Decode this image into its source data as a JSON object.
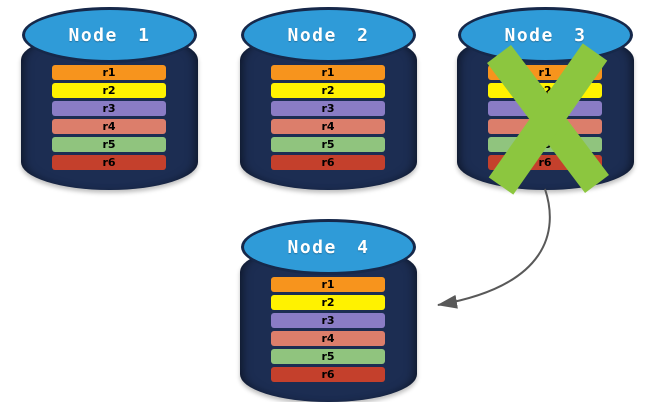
{
  "diagram": {
    "description": "Database replication failover diagram",
    "nodes": [
      {
        "label": "Node 1",
        "status": "ok"
      },
      {
        "label": "Node 2",
        "status": "ok"
      },
      {
        "label": "Node 3",
        "status": "failed"
      },
      {
        "label": "Node 4",
        "status": "ok"
      }
    ],
    "rows": [
      {
        "label": "r1",
        "color": "#F7941D"
      },
      {
        "label": "r2",
        "color": "#FFF200"
      },
      {
        "label": "r3",
        "color": "#8A7CC5"
      },
      {
        "label": "r4",
        "color": "#DC7E6B"
      },
      {
        "label": "r5",
        "color": "#90C47E"
      },
      {
        "label": "r6",
        "color": "#C4402C"
      }
    ],
    "failure_mark": {
      "node": "Node 3",
      "icon": "x-mark",
      "color": "#8CC63F"
    },
    "arrow": {
      "from": "Node 3",
      "to": "Node 4",
      "color": "#595959"
    },
    "colors": {
      "background": "#FFFFFF",
      "cylinder_body": "#1C2D52",
      "cylinder_top": "#2F9BD8",
      "cylinder_outline": "#16284A",
      "node_label_text": "#FFFFFF",
      "row_label_text": "#000000"
    }
  }
}
